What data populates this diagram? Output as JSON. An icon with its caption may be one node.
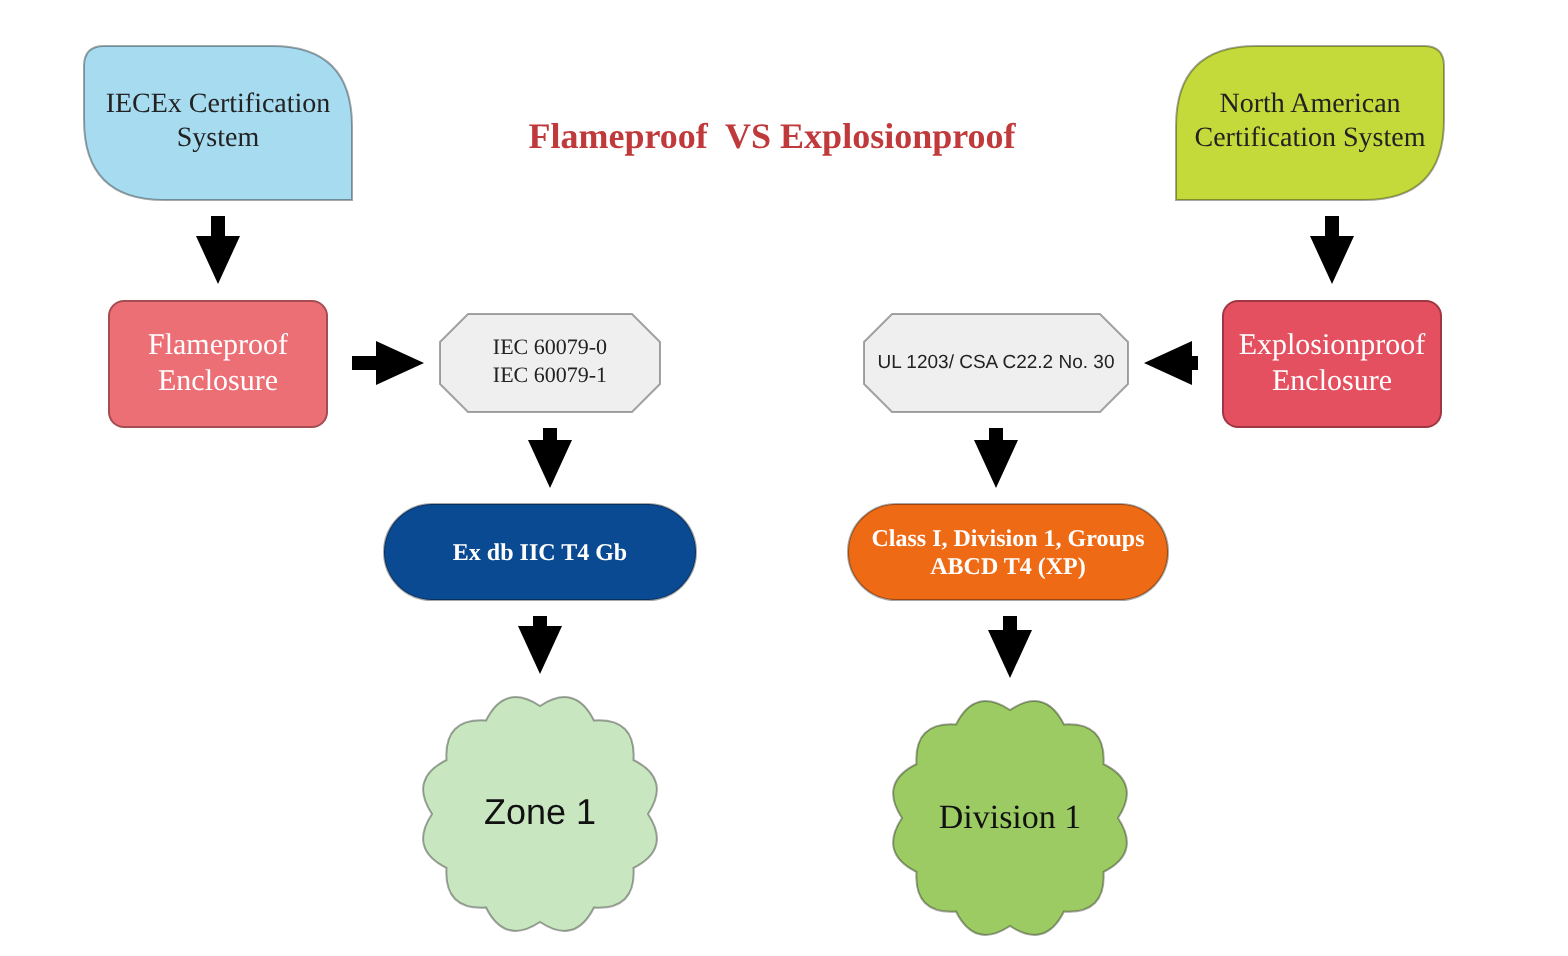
{
  "diagram": {
    "title": "Flameproof  VS Explosionproof",
    "nodes": [
      {
        "text": [
          "IECEx Certification System"
        ]
      },
      {
        "text": [
          "North American Certification System"
        ]
      },
      {
        "text": [
          "Flameproof Enclosure"
        ]
      },
      {
        "text": [
          "IEC 60079-0 IEC 60079-1"
        ]
      },
      {
        "text": [
          "UL 1203/ CSA C22.2 No. 30"
        ]
      },
      {
        "text": [
          "Explosionproof Enclosure"
        ]
      },
      {
        "text": [
          "Ex db IIC T4 Gb"
        ]
      },
      {
        "text": [
          "Class I, Division 1, Groups ABCD T4 (XP)"
        ]
      },
      {
        "text": [
          "Zone 1"
        ]
      },
      {
        "text": [
          "Division 1"
        ]
      }
    ],
    "edges": [
      {
        "from": 0,
        "to": 2,
        "arrow": "to"
      },
      {
        "from": 1,
        "to": 5,
        "arrow": "to"
      },
      {
        "from": 2,
        "to": 3,
        "arrow": "to"
      },
      {
        "from": 5,
        "to": 4,
        "arrow": "to"
      },
      {
        "from": 3,
        "to": 6,
        "arrow": "to"
      },
      {
        "from": 4,
        "to": 7,
        "arrow": "to"
      },
      {
        "from": 6,
        "to": 8,
        "arrow": "to"
      },
      {
        "from": 7,
        "to": 9,
        "arrow": "to"
      }
    ]
  }
}
